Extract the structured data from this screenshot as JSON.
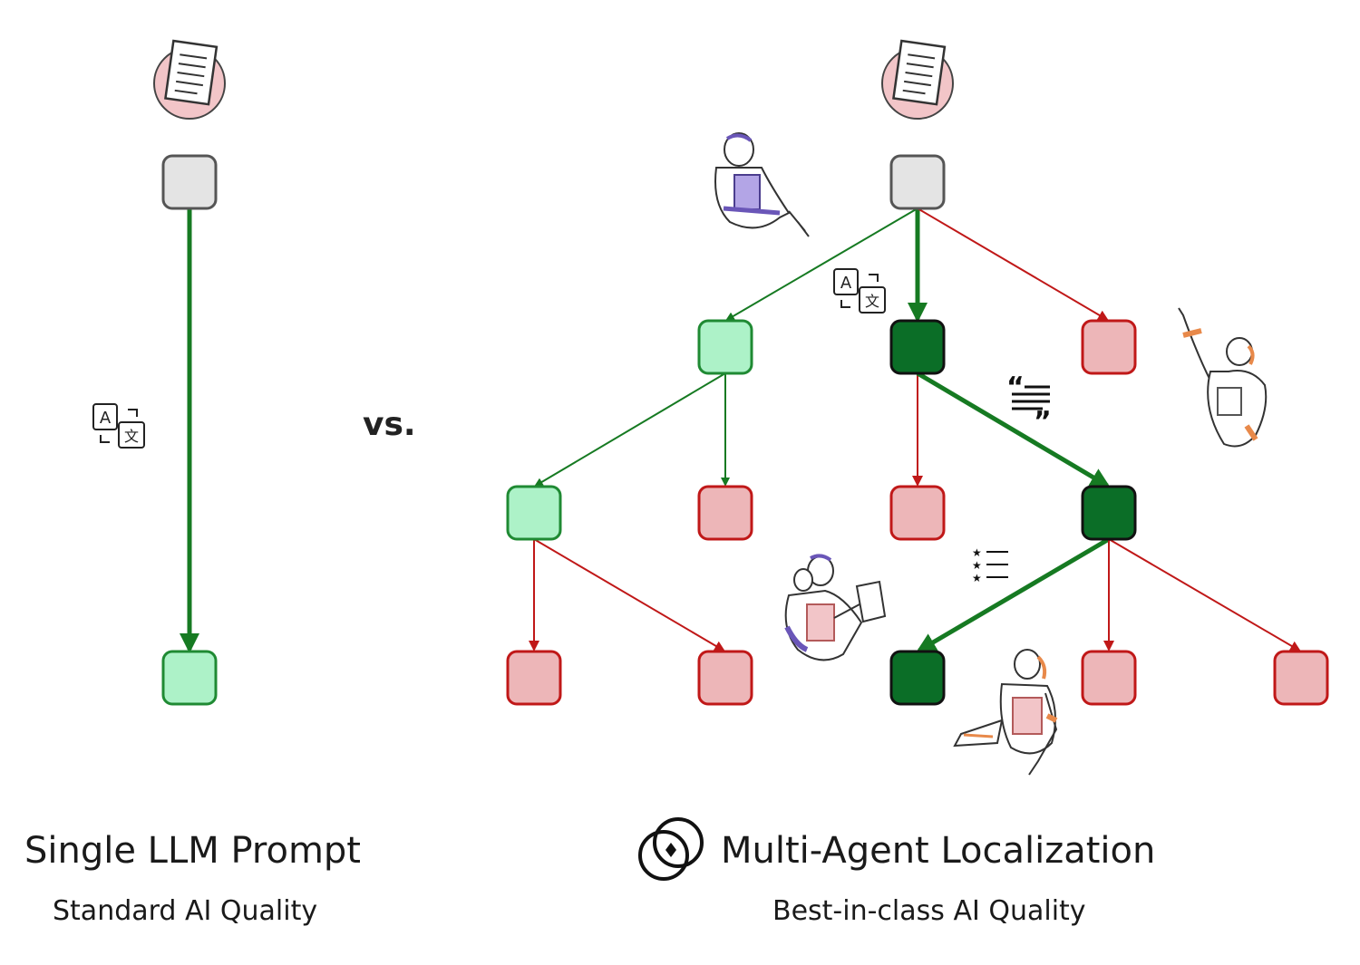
{
  "comparison": {
    "left_title": "Single LLM Prompt",
    "left_subtitle": "Standard AI Quality",
    "vs_label": "vs.",
    "right_title": "Multi-Agent Localization",
    "right_subtitle": "Best-in-class AI Quality"
  },
  "colors": {
    "start_node": "#e4e4e4",
    "accepted_light": "#adf2c8",
    "accepted_dark": "#0b6e27",
    "rejected": "#edb6b8",
    "green_edge": "#167a22",
    "red_edge": "#c01818",
    "document_circle": "#f2c5c8"
  },
  "icons": [
    "document-icon",
    "translate-icon",
    "quote-icon",
    "rating-list-icon",
    "brand-logo-icon",
    "robot-agent-illustration"
  ],
  "nodes": [
    {
      "id": "L0",
      "status": "start"
    },
    {
      "id": "L1",
      "status": "accepted-light"
    },
    {
      "id": "R0",
      "status": "start"
    },
    {
      "id": "A1",
      "status": "accepted-light"
    },
    {
      "id": "A2",
      "status": "accepted-dark"
    },
    {
      "id": "A3",
      "status": "rejected"
    },
    {
      "id": "B1",
      "status": "accepted-light"
    },
    {
      "id": "B2",
      "status": "rejected"
    },
    {
      "id": "B3",
      "status": "rejected"
    },
    {
      "id": "B4",
      "status": "accepted-dark"
    },
    {
      "id": "C1",
      "status": "rejected"
    },
    {
      "id": "C2",
      "status": "rejected"
    },
    {
      "id": "C3",
      "status": "accepted-dark"
    },
    {
      "id": "C4",
      "status": "rejected"
    },
    {
      "id": "C5",
      "status": "rejected"
    }
  ],
  "edges": [
    {
      "from": "L0",
      "to": "L1",
      "kind": "green-bold"
    },
    {
      "from": "R0",
      "to": "A1",
      "kind": "green"
    },
    {
      "from": "R0",
      "to": "A2",
      "kind": "green-bold"
    },
    {
      "from": "R0",
      "to": "A3",
      "kind": "red"
    },
    {
      "from": "A1",
      "to": "B1",
      "kind": "green"
    },
    {
      "from": "A1",
      "to": "B2",
      "kind": "green"
    },
    {
      "from": "A2",
      "to": "B3",
      "kind": "red"
    },
    {
      "from": "A2",
      "to": "B4",
      "kind": "green-bold"
    },
    {
      "from": "B1",
      "to": "C1",
      "kind": "red"
    },
    {
      "from": "B1",
      "to": "C2",
      "kind": "red"
    },
    {
      "from": "B4",
      "to": "C3",
      "kind": "green-bold"
    },
    {
      "from": "B4",
      "to": "C4",
      "kind": "red"
    },
    {
      "from": "B4",
      "to": "C5",
      "kind": "red"
    }
  ]
}
